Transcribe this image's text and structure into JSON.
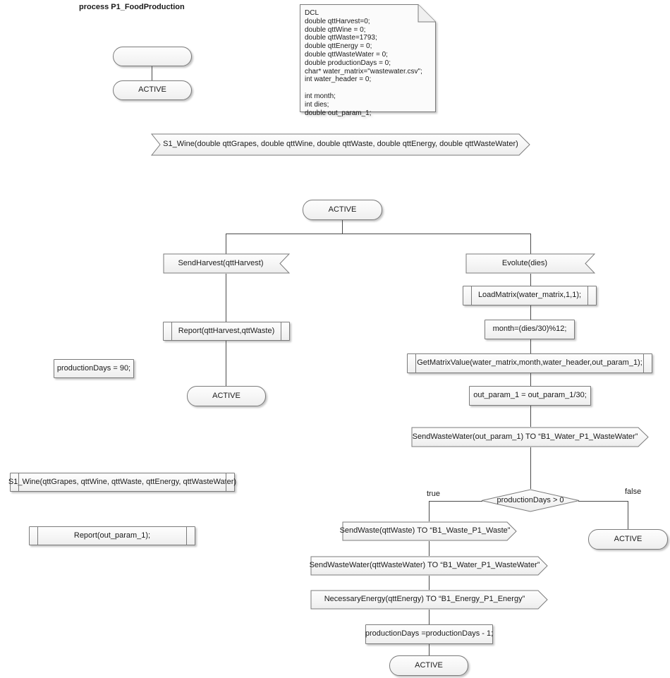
{
  "title": "process P1_FoodProduction",
  "colors": {
    "shape_border": "#7b7b7b",
    "shape_fill_top": "#fdfdfd",
    "shape_fill_bottom": "#eeeeee",
    "connector": "#4a4a4a",
    "text": "#1a1a1a",
    "background": "#ffffff"
  },
  "dcl": {
    "name": "dcl-declaration-note",
    "text": "DCL\ndouble qttHarvest=0;\ndouble qttWine = 0;\ndouble qttWaste=1793;\ndouble qttEnergy = 0;\ndouble qttWasteWater = 0;\ndouble productionDays = 0;\nchar* water_matrix=\"wastewater.csv\";\nint water_header = 0;\n\nint month;\nint dies;\ndouble out_param_1;"
  },
  "nodes": {
    "start_symbol": "",
    "start_state": "ACTIVE",
    "signal_decl": "S1_Wine(double qttGrapes, double qttWine, double qttWaste, double qttEnergy, double qttWasteWater)",
    "main_state": "ACTIVE",
    "input_send_harvest": "SendHarvest(qttHarvest)",
    "proc_report_harvest": "Report(qttHarvest,qttWaste)",
    "state_after_report": "ACTIVE",
    "input_evolute": "Evolute(dies)",
    "proc_load_matrix": "LoadMatrix(water_matrix,1,1);",
    "task_month": "month=(dies/30)%12;",
    "proc_get_matrix_value": "GetMatrixValue(water_matrix,month,water_header,out_param_1);",
    "task_out_param": "out_param_1 = out_param_1/30;",
    "output_send_wastewater_param": "SendWasteWater(out_param_1) TO “B1_Water_P1_WasteWater”",
    "decision_production_days": "productionDays > 0",
    "branch_true": "true",
    "branch_false": "false",
    "output_send_waste": "SendWaste(qttWaste) TO “B1_Waste_P1_Waste”",
    "output_send_wastewater": "SendWasteWater(qttWasteWater) TO “B1_Water_P1_WasteWater”",
    "output_necessary_energy": "NecessaryEnergy(qttEnergy) TO “B1_Energy_P1_Energy”",
    "task_decrement_days": "productionDays =productionDays - 1;",
    "state_loop_back": "ACTIVE",
    "state_false_branch": "ACTIVE",
    "task_production_days_90": "productionDays = 90;",
    "proc_s1_wine_call": "S1_Wine(qttGrapes, qttWine, qttWaste, qttEnergy, qttWasteWater)",
    "proc_report_out_param": "Report(out_param_1);"
  }
}
